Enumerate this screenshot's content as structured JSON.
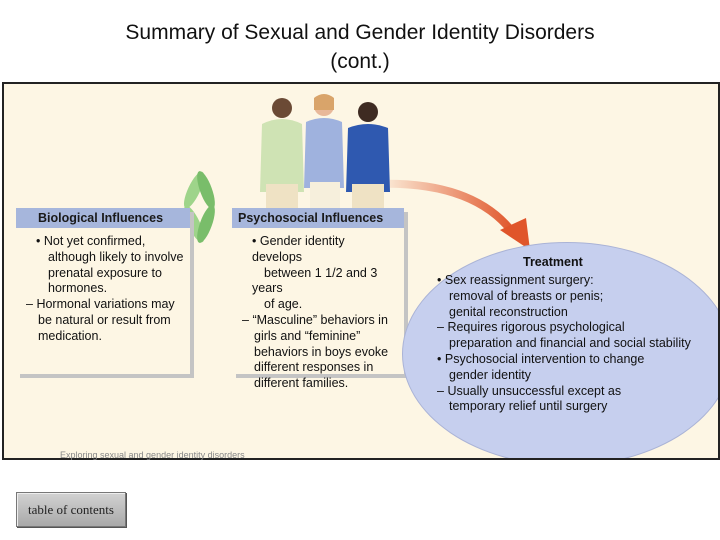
{
  "slide": {
    "title_line1": "Summary of Sexual and Gender Identity Disorders",
    "title_line2": "(cont.)",
    "caption": "Exploring sexual and gender identity disorders",
    "toc_label": "table of contents"
  },
  "biological": {
    "header": "Biological Influences",
    "items": [
      {
        "marker": "•",
        "lines": [
          "Not yet confirmed,",
          "although likely to involve",
          "prenatal exposure to",
          "hormones."
        ]
      },
      {
        "marker": "–",
        "lines": [
          "Hormonal variations may",
          "be natural or result from",
          "medication."
        ]
      }
    ]
  },
  "psychosocial": {
    "header": "Psychosocial Influences",
    "items": [
      {
        "marker": "•",
        "lines": [
          "Gender identity develops",
          "between 1 1/2 and 3 years",
          "of age."
        ]
      },
      {
        "marker": "–",
        "lines": [
          "“Masculine” behaviors in",
          "girls and “feminine”",
          "behaviors in boys evoke",
          "different responses in",
          "different families."
        ]
      }
    ]
  },
  "treatment": {
    "header": "Treatment",
    "items": [
      {
        "marker": "•",
        "lines": [
          "Sex reassignment surgery:",
          "removal of breasts or penis;",
          "genital reconstruction"
        ]
      },
      {
        "marker": "–",
        "lines": [
          "Requires rigorous psychological",
          "preparation and financial and social stability"
        ]
      },
      {
        "marker": "•",
        "lines": [
          "Psychosocial intervention to change",
          "gender identity"
        ]
      },
      {
        "marker": "–",
        "lines": [
          "Usually unsuccessful except as",
          "temporary relief until surgery"
        ]
      }
    ]
  },
  "colors": {
    "header_fill": "#a6b6dc",
    "treatment_fill": "#c6cfee",
    "panel_bg": "#fdf6e4",
    "arrow": "#e0552a"
  },
  "icons": [
    "chromosome-icon",
    "people-group-illustration",
    "curved-arrow-icon"
  ]
}
